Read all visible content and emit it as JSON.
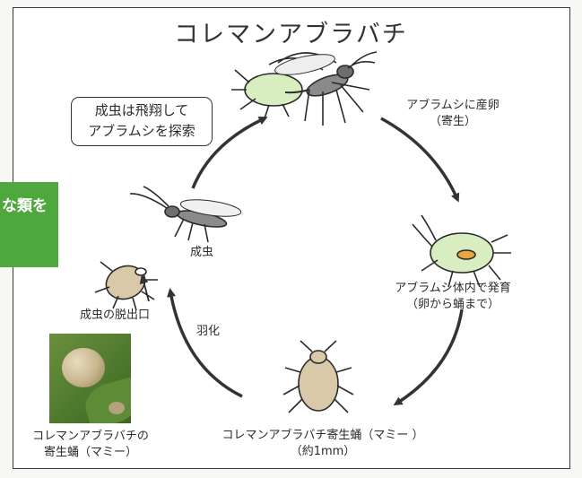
{
  "title": "コレマンアブラバチ",
  "side_tab": "な類を",
  "callout": {
    "line1": "成虫は飛翔して",
    "line2": "アブラムシを探索"
  },
  "stages": {
    "lay_egg": {
      "line1": "アブラムシに産卵",
      "line2": "（寄生）"
    },
    "develop": {
      "line1": "アブラムシ体内で発育",
      "line2": "（卵から蛹まで）"
    },
    "mummy": {
      "line1": "コレマンアブラバチ寄生蛹（マミー ）",
      "line2": "（約1mm）"
    },
    "emerge": "羽化",
    "exit_hole": "成虫の脱出口",
    "adult": "成虫"
  },
  "photo_caption": {
    "line1": "コレマンアブラバチの",
    "line2": "寄生蛹（マミー）"
  },
  "colors": {
    "accent_green": "#4fa83d",
    "arrow": "#333333",
    "aphid_green": "#d8eec0",
    "mummy_tan": "#d9c9a8"
  }
}
